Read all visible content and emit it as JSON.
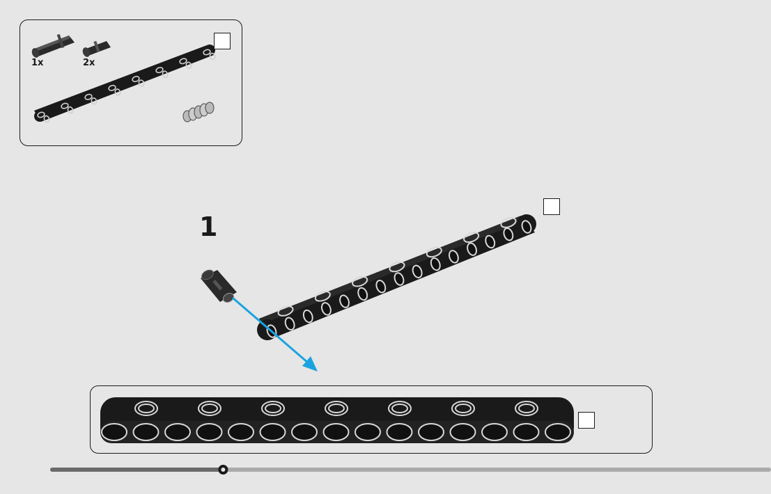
{
  "parts_list": {
    "items": [
      {
        "quantity": "1x",
        "part": "long-pin-icon"
      },
      {
        "quantity": "2x",
        "part": "short-pin-icon"
      },
      {
        "quantity": "",
        "part": "liftarm-15-icon"
      },
      {
        "quantity": "",
        "part": "spring-icon"
      }
    ]
  },
  "step": {
    "number": "1"
  },
  "progress": {
    "fraction": 0.24
  },
  "colors": {
    "background": "#e6e6e6",
    "part_black": "#1a1a1a",
    "arrow_blue": "#1aa3e0",
    "progress_dark": "#6a6a6a",
    "progress_light": "#aaaaaa"
  }
}
